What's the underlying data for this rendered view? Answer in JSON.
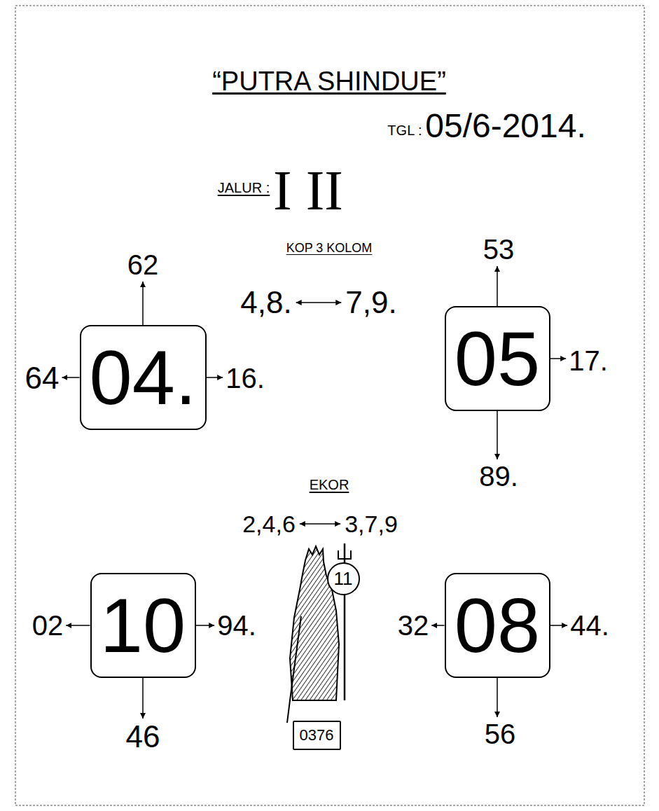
{
  "diagram": {
    "title": "“PUTRA SHINDUE”",
    "nodes": [
      {
        "text": [
          "04."
        ]
      },
      {
        "text": [
          "05"
        ]
      },
      {
        "text": [
          "10"
        ]
      },
      {
        "text": [
          "11"
        ]
      },
      {
        "text": [
          "08"
        ]
      },
      {
        "text": [
          "0376"
        ]
      }
    ],
    "labels": [
      "TGL :",
      "05/6-2014.",
      "JALUR :",
      "I II",
      "KOP 3 KOLOM",
      "4,8.",
      "7,9.",
      "62",
      "64",
      "16.",
      "53",
      "17.",
      "89.",
      "EKOR",
      "2,4,6",
      "3,7,9",
      "02",
      "94.",
      "46",
      "32",
      "44.",
      "56"
    ]
  }
}
